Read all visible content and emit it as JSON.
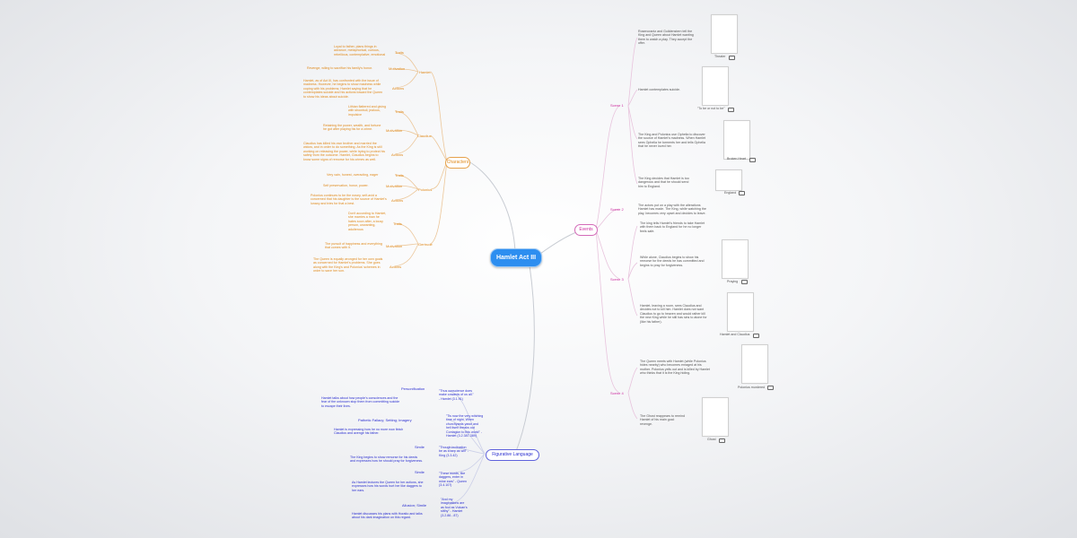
{
  "center": "Hamlet Act III",
  "characters_title": "Characters",
  "events_title": "Events",
  "figurative_title": "Figurative Language",
  "characters": {
    "hamlet": {
      "name": "Hamlet",
      "traits_label": "Traits",
      "traits": "Loyal to father, plans things in advance, metaphorical, curious, rebellious, contemplative, emotional",
      "motivation_label": "Motivation",
      "motivation": "Revenge, wiling to sacrifice his family's honor.",
      "actions_label": "Actions",
      "actions": "Hamlet, as of Act III, has confronted with the issue of madness. However, he begins to show madness while coping with his problems; Hamlet saying that he contemplates suicide and his actions toward the Queen to show his ideas about suicide."
    },
    "claudius": {
      "name": "Claudius",
      "traits_label": "Traits",
      "traits": "Lithian flattered and giving with showbuil, jealous, impulsive",
      "motivation_label": "Motivation",
      "motivation": "Retaining the power, wealth, and fortune he got after playing his for a crime.",
      "actions_label": "Actions",
      "actions": "Claudius has killed his own brother and married the widow, and in order to do something. As the King is still working on releasing the power, while trying to protect his safety from the outcome. Hamlet, Claudius begins to know some signs of remorse for his crimes as well."
    },
    "polonius": {
      "name": "Polonius",
      "traits_label": "Traits",
      "traits": "Very vain, honest, overacting, eager",
      "motivation_label": "Motivation",
      "motivation": "Self preservation, honor, power.",
      "actions_label": "Actions",
      "actions": "Polonius continues to be the nosey, self-avid a concerned that his daughter is the source of Hamlet's lunacy and tries for that a best."
    },
    "gertrude": {
      "name": "Gertrude",
      "traits_label": "Traits",
      "traits": "Don't according to Hamlet, she marries a man he hates soon after, a lousy person, unwanting, adulterous",
      "motivation_label": "Motivation",
      "motivation": "The pursuit of happiness and everything that comes with it.",
      "actions_label": "Actions",
      "actions": "The Queen is equally wronged for her own goals as concerned for Hamlet's problems. She goes along with the King's and Polonius' schemes in order to save her son."
    }
  },
  "events": {
    "scene1": {
      "label": "Scene 1",
      "items": [
        {
          "text": "Rosencrantz and Guildenstern tell the King and Queen about Hamlet wanting them to watch a play. They accept the offer.",
          "caption": "Theater"
        },
        {
          "text": "Hamlet contemplates suicide.",
          "caption": "\"To be or not to be\""
        },
        {
          "text": "The King and Polonius use Ophelia to discover the source of Hamlet's madness. When Hamlet sees Ophelia he torments her and tells Ophelia that he never loved her.",
          "caption": "Broken Heart"
        },
        {
          "text": "The King decides that Hamlet is too dangerous and that he should send him to England.",
          "caption": "England"
        }
      ]
    },
    "scene2": {
      "label": "Scene 2",
      "items": [
        {
          "text": "The actors put on a play with the alterations Hamlet has made. The King, while watching the play, becomes very upset and decides to leave."
        }
      ]
    },
    "scene3": {
      "label": "Scene 3",
      "items": [
        {
          "text": "The king tells Hamlet's friends to take Hamlet with them back to England for he no longer feels safe."
        },
        {
          "text": "While alone, Claudius begins to show his remorse for the deeds he has committed and begins to pray for forgiveness.",
          "caption": "Praying"
        },
        {
          "text": "Hamlet, leaving a room, sees Claudius and decides not to kill him. Hamlet does not want Claudius to go to heaven and would rather kill the new King while he still has sins to atone for (like his father).",
          "caption": "Hamlet and Claudius"
        }
      ]
    },
    "scene4": {
      "label": "Scene 4",
      "items": [
        {
          "text": "The Queen meets with Hamlet (while Polonius hides nearby) who becomes enraged at his mother. Polonius yells out and is killed by Hamlet who thinks that it is the King hiding.",
          "caption": "Polonius murdered"
        },
        {
          "text": "The Ghost reappears to remind Hamlet of his main goal: revenge.",
          "caption": "Ghost"
        }
      ]
    }
  },
  "figurative": [
    {
      "type": "Personification",
      "desc": "Hamlet talks about how people's consciences and the fear of the unknown stop them from committing suicide to escape their lives.",
      "quote": "\"Thus conscience does make cowards of us all.\" - Hamlet (3.1.91)"
    },
    {
      "type": "Pathetic Fallacy; Setting; Imagery",
      "desc": "Hamlet is expressing how he no more now finish Claudius and avenge his father.",
      "quote": "\"Tis now the very witching time of night, When churchyards yawn and hell itself breaks out Contagion to this world\" - Hamlet (3.2.387-389)"
    },
    {
      "type": "Simile",
      "desc": "The King begins to show remorse for his deeds and expresses how he should pray for forgiveness.",
      "quote": "\"Though inclination be as sharp as will\" - King (3.3.42)"
    },
    {
      "type": "Simile",
      "desc": "As Hamlet lectures the Queen for her actions, she expresses how his words hurt her like daggers to her ears.",
      "quote": "\"These words, like daggers, enter in mine ears\" - Queen (3.4.107)"
    },
    {
      "type": "Allusion; Simile",
      "desc": "Hamlet discusses his plans with Horatio and talks about his dark imagination on this regard.",
      "quote": "\"And my imaginations are as foul as Vulcan's stithy\" - Hamlet (3.2.86 - 87)"
    }
  ],
  "colors": {
    "center": "#2d8ef0",
    "characters": "#e08a1c",
    "events": "#cc2b9f",
    "figurative": "#2b2fd0"
  }
}
